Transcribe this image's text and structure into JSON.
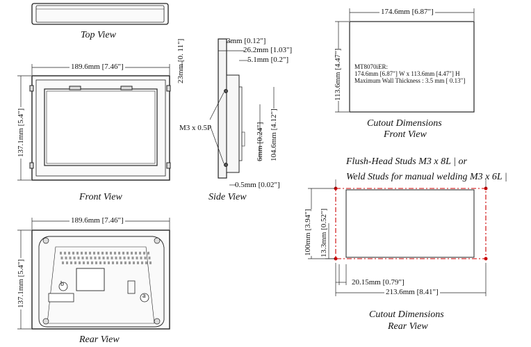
{
  "views": {
    "top": {
      "caption": "Top View"
    },
    "front": {
      "caption": "Front View",
      "width": "189.6mm [7.46\"]",
      "height": "137.1mm [5.4\"]"
    },
    "side": {
      "caption": "Side View",
      "d1": "3mm [0.12\"]",
      "d2": "26.2mm [1.03\"]",
      "d3": "5.1mm [0.2\"]",
      "d4": "23mm [0. 11\"]",
      "thread": "M3 x 0.5P",
      "d5": "6mm [0.24\"]",
      "d6": "104.6mm [4.12\"]",
      "d7": "0.5mm [0.02\"]"
    },
    "cutout_front": {
      "caption1": "Cutout Dimensions",
      "caption2": "Front View",
      "width": "174.6mm [6.87\"]",
      "height": "113.6mm [4.47\"]",
      "note_model": "MT8070iER:",
      "note_dims": "174.6mm [6.87\"] W x 113.6mm [4.47\"] H",
      "note_wall": "Maximum Wall Thickness : 3.5 mm [ 0.13\"]"
    },
    "cutout_rear": {
      "caption1": "Cutout Dimensions",
      "caption2": "Rear View",
      "studs1": "Flush-Head Studs M3 x 8L  | or",
      "studs2": "Weld Studs for manual welding M3 x 6L  |",
      "width": "213.6mm [8.41\"]",
      "height": "100mm [3.94\"]",
      "offset_y": "13.3mm [0.52\"]",
      "offset_x": "20.15mm [0.79\"]"
    },
    "rear": {
      "caption": "Rear View",
      "width": "189.6mm [7.46\"]",
      "height": "137.1mm [5.4\"]",
      "port_a": "a",
      "port_b": "b"
    }
  },
  "colors": {
    "line": "#222222",
    "cutout": "#cc0000",
    "panel": "#e8e8e8"
  }
}
